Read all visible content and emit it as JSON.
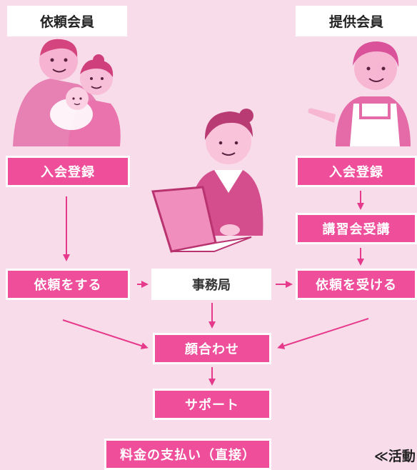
{
  "headers": {
    "requester": "依頼会員",
    "provider": "提供会員"
  },
  "requester_flow": {
    "register": "入会登録",
    "request": "依頼をする"
  },
  "provider_flow": {
    "register": "入会登録",
    "training": "講習会受講",
    "accept": "依頼を受ける"
  },
  "center": {
    "office": "事務局",
    "meeting": "顔合わせ",
    "support": "サポート",
    "payment": "料金の支払い（直接）"
  },
  "footer": {
    "activity_note": "≪活動"
  },
  "colors": {
    "background": "#f9dcea",
    "accent": "#ee4e9a",
    "arrow": "#e6398b"
  },
  "illustrations": {
    "requester": "family-icon",
    "provider": "helper-woman-icon",
    "office": "office-worker-computer-icon"
  }
}
